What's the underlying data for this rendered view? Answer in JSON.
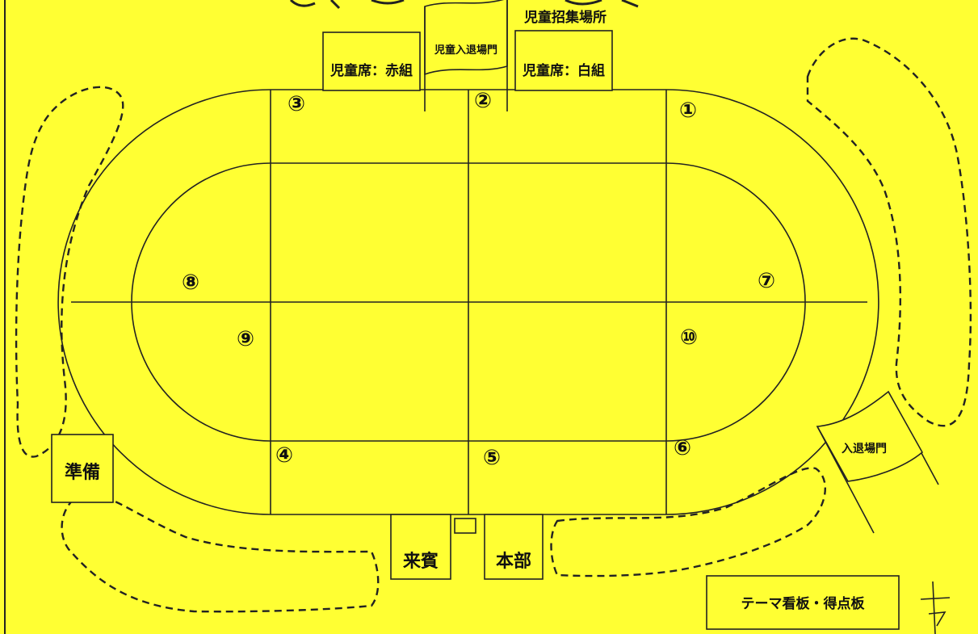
{
  "map": {
    "seat_red": "児童席：赤組",
    "entrance_children": "児童入退場門",
    "assembly_area": "児童招集場所",
    "seat_white": "児童席：白組",
    "preparation": "準備",
    "guests": "来賓",
    "headquarters": "本部",
    "entrance_exit": "入退場門",
    "theme_board": "テーマ看板・得点板"
  },
  "markers": {
    "m1": "①",
    "m2": "②",
    "m3": "③",
    "m4": "④",
    "m5": "⑤",
    "m6": "⑥",
    "m7": "⑦",
    "m8": "⑧",
    "m9": "⑨",
    "m10": "⑩"
  },
  "colors": {
    "background": "#ffff33",
    "lines": "#222222"
  }
}
